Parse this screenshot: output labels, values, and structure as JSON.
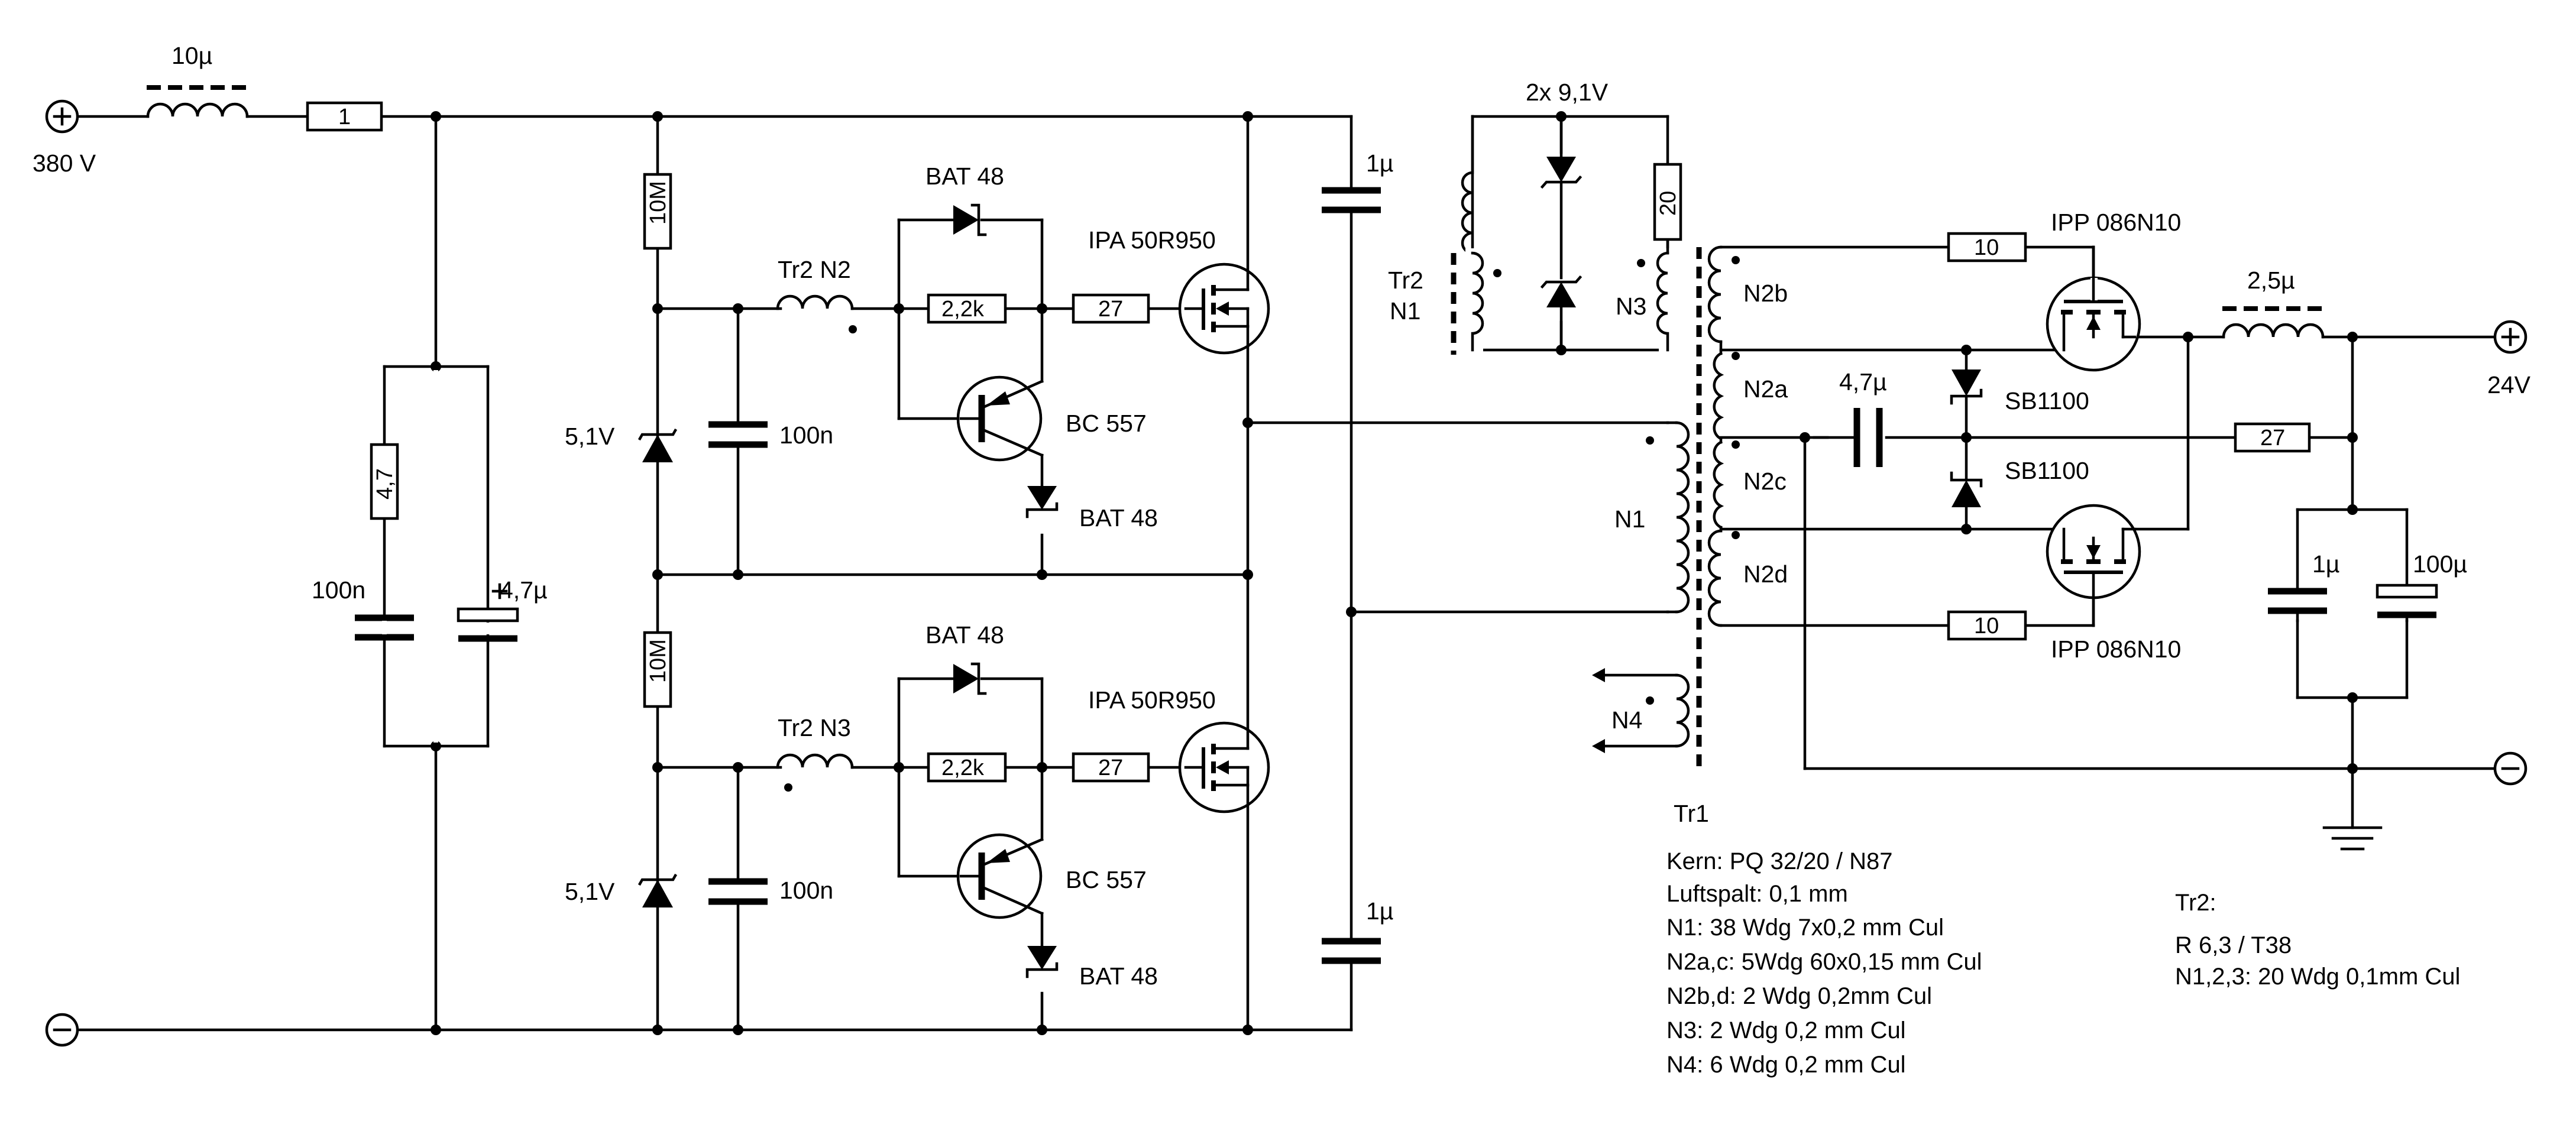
{
  "terminals": {
    "input_plus_label": "380 V",
    "output_plus_label": "24V"
  },
  "input": {
    "inductor": "10µ",
    "resistor": "1",
    "resistor_4_7": "4,7",
    "cap_100n": "100n",
    "cap_4_7u": "4,7µ"
  },
  "upper_half": {
    "divider": "10M",
    "zener": "5,1V",
    "cap": "100n",
    "winding": "Tr2 N2",
    "diode_top": "BAT 48",
    "resistor_2_2k": "2,2k",
    "gate_resistor": "27",
    "transistor": "BC 557",
    "diode_bottom": "BAT 48",
    "mosfet": "IPA 50R950"
  },
  "lower_half": {
    "divider": "10M",
    "zener": "5,1V",
    "cap": "100n",
    "winding": "Tr2 N3",
    "diode_top": "BAT 48",
    "resistor_2_2k": "2,2k",
    "gate_resistor": "27",
    "transistor": "BC 557",
    "diode_bottom": "BAT 48",
    "mosfet": "IPA 50R950"
  },
  "bridge": {
    "cap_top": "1µ",
    "cap_bottom": "1µ"
  },
  "tr2": {
    "zener_pair": "2x 9,1V",
    "resistor": "20",
    "n1_label_line1": "Tr2",
    "n1_label_line2": "N1",
    "n3_label": "N3"
  },
  "tr1": {
    "label": "Tr1",
    "n1": "N1",
    "n4": "N4",
    "n2b": "N2b",
    "n2a": "N2a",
    "n2c": "N2c",
    "n2d": "N2d"
  },
  "secondary": {
    "r_top": "10",
    "r_bottom": "10",
    "mosfet_top": "IPP 086N10",
    "mosfet_bottom": "IPP 086N10",
    "cap": "4,7µ",
    "diode_top": "SB1100",
    "diode_bottom": "SB1100",
    "inductor": "2,5µ",
    "resistor": "27",
    "cap_1u": "1µ",
    "cap_100u": "100µ"
  },
  "notes_tr1": {
    "line1": "Kern: PQ 32/20 / N87",
    "line2": "Luftspalt: 0,1 mm",
    "line3": "N1: 38 Wdg 7x0,2 mm Cul",
    "line4": "N2a,c: 5Wdg 60x0,15 mm Cul",
    "line5": "N2b,d: 2 Wdg 0,2mm Cul",
    "line6": "N3: 2 Wdg 0,2 mm Cul",
    "line7": "N4: 6 Wdg 0,2 mm Cul"
  },
  "notes_tr2": {
    "title": "Tr2:",
    "line1": "R 6,3 / T38",
    "line2": "N1,2,3: 20 Wdg 0,1mm Cul"
  }
}
